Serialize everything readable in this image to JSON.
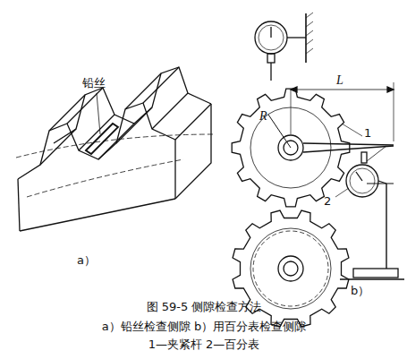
{
  "diagram": {
    "caption": "图 59-5  侧隙检查方法",
    "labels": [
      "铅丝",
      "a）",
      "L",
      "R",
      "1",
      "2",
      "b）",
      "a）铅丝检查侧隙   b）用百分表检查侧隙",
      "1—夹紧杆   2—百分表"
    ]
  }
}
